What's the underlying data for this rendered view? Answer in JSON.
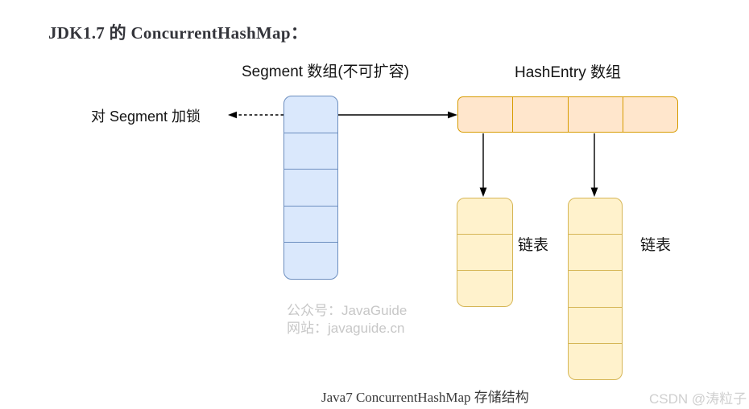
{
  "page": {
    "title": "JDK1.7 的 ConcurrentHashMap：",
    "caption": "Java7 ConcurrentHashMap 存储结构",
    "watermark_csdn": "CSDN @涛粒子"
  },
  "diagram": {
    "lock_annotation": "对 Segment 加锁",
    "segment_array": {
      "label": "Segment 数组(不可扩容)",
      "cells": 5,
      "fill_color": "#dae8fc",
      "stroke_color": "#6c8ebf"
    },
    "hashentry_array": {
      "label": "HashEntry 数组",
      "cells": 4,
      "fill_color": "#ffe6cc",
      "stroke_color": "#d79b00"
    },
    "linked_lists": {
      "fill_color": "#fff2cc",
      "stroke_color": "#d6b656",
      "left": {
        "label": "链表",
        "cells": 3
      },
      "right": {
        "label": "链表",
        "cells": 5
      }
    },
    "source_watermark": {
      "line1": "公众号：JavaGuide",
      "line2": "网站：javaguide.cn"
    },
    "arrow_color": "#000000"
  }
}
